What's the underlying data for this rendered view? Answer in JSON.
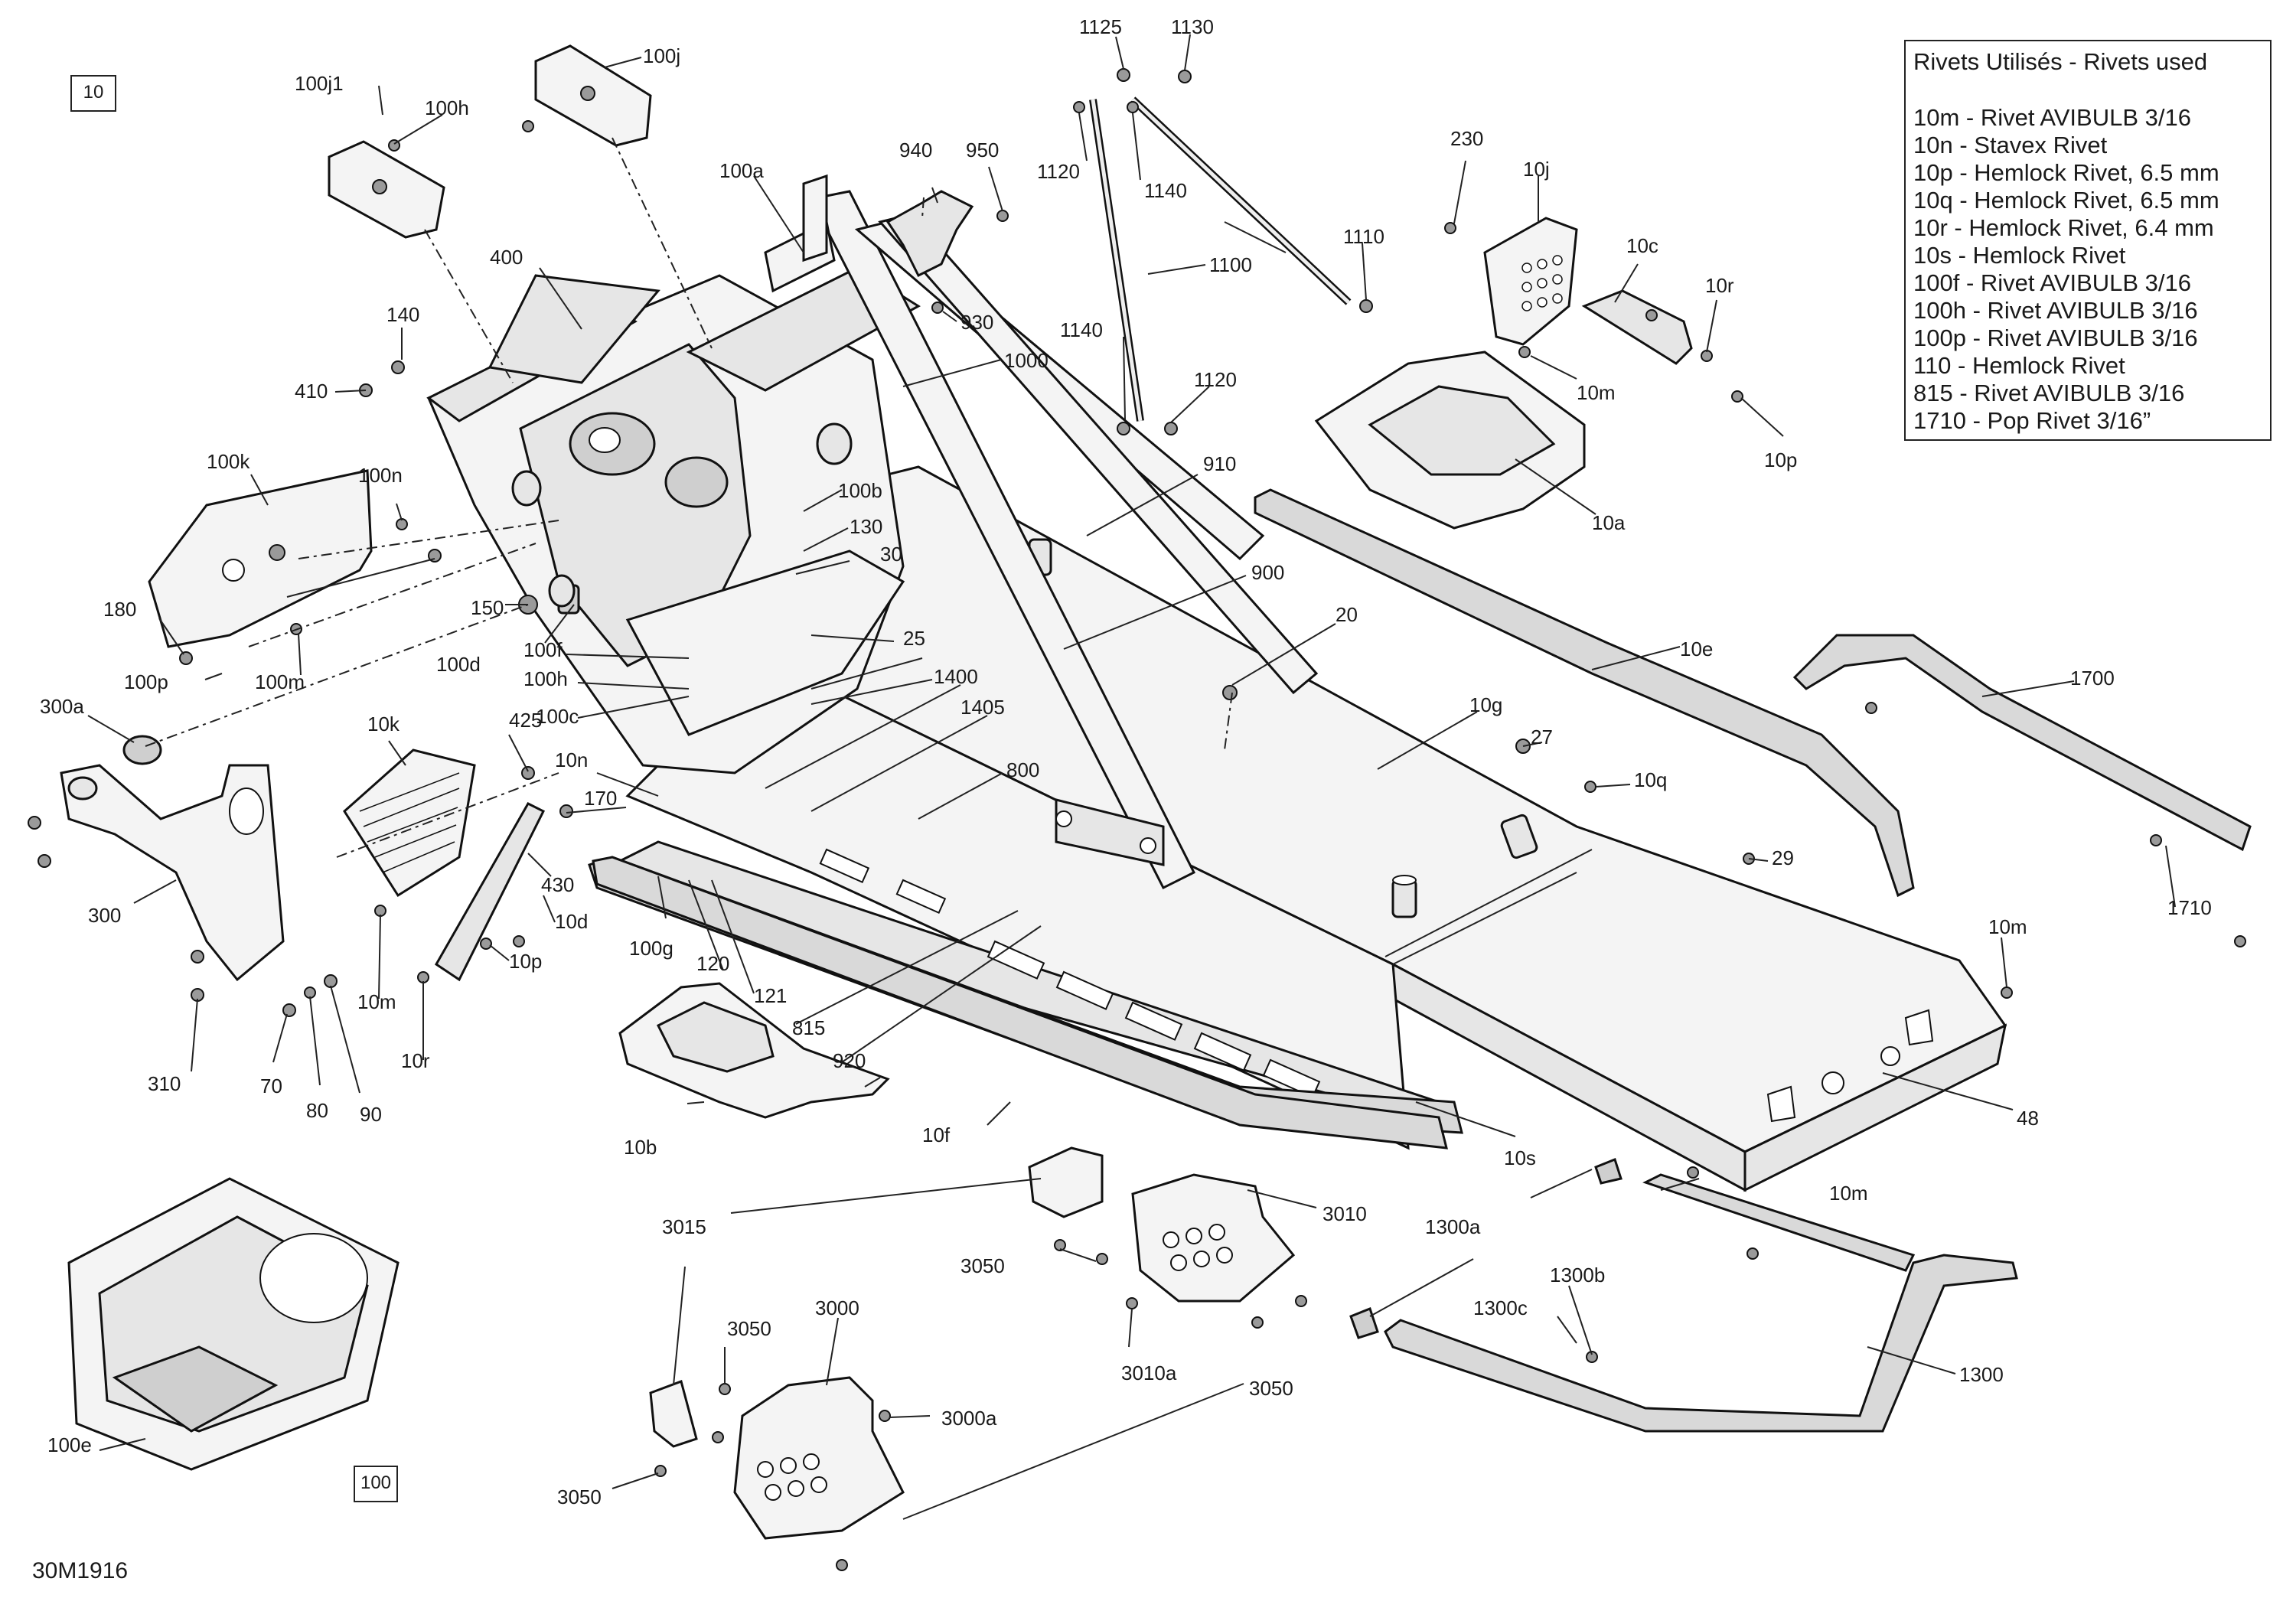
{
  "diagram": {
    "code": "30M1916",
    "group_box": "10",
    "inset_box": "100",
    "legend": {
      "title": "Rivets Utilisés - Rivets used",
      "items": [
        "10m - Rivet AVIBULB 3/16",
        "10n - Stavex Rivet",
        "10p - Hemlock Rivet, 6.5 mm",
        "10q - Hemlock Rivet, 6.5 mm",
        "10r - Hemlock Rivet, 6.4 mm",
        "10s - Hemlock Rivet",
        "100f - Rivet AVIBULB 3/16",
        "100h - Rivet AVIBULB 3/16",
        "100p - Rivet AVIBULB 3/16",
        "110 - Hemlock Rivet",
        "815 - Rivet AVIBULB 3/16",
        "1710 - Pop Rivet 3/16”"
      ]
    },
    "labels": {
      "l_1125": "1125",
      "l_1130": "1130",
      "l_1120a": "1120",
      "l_1140a": "1140",
      "l_1100": "1100",
      "l_1110": "1110",
      "l_1140b": "1140",
      "l_1120b": "1120",
      "l_940": "940",
      "l_950": "950",
      "l_930": "930",
      "l_1000": "1000",
      "l_100j1": "100j1",
      "l_100j": "100j",
      "l_100h_top": "100h",
      "l_100a": "100a",
      "l_400": "400",
      "l_140": "140",
      "l_410": "410",
      "l_100k": "100k",
      "l_100n": "100n",
      "l_180": "180",
      "l_100p": "100p",
      "l_100m": "100m",
      "l_150": "150",
      "l_100d": "100d",
      "l_100f": "100f",
      "l_100h": "100h",
      "l_100c": "100c",
      "l_100b": "100b",
      "l_130": "130",
      "l_30": "30",
      "l_25": "25",
      "l_910": "910",
      "l_900": "900",
      "l_20": "20",
      "l_230": "230",
      "l_10j": "10j",
      "l_10c": "10c",
      "l_10r_top": "10r",
      "l_10m_top": "10m",
      "l_10p_top": "10p",
      "l_10a": "10a",
      "l_10e": "10e",
      "l_10g": "10g",
      "l_27": "27",
      "l_10q": "10q",
      "l_29": "29",
      "l_1700": "1700",
      "l_1710": "1710",
      "l_10m_right": "10m",
      "l_48": "48",
      "l_1400": "1400",
      "l_1405": "1405",
      "l_800": "800",
      "l_300a": "300a",
      "l_300": "300",
      "l_10k": "10k",
      "l_425": "425",
      "l_10n": "10n",
      "l_170": "170",
      "l_430": "430",
      "l_10d": "10d",
      "l_10p": "10p",
      "l_10m_left": "10m",
      "l_10r": "10r",
      "l_310": "310",
      "l_70": "70",
      "l_80": "80",
      "l_90": "90",
      "l_100g": "100g",
      "l_120": "120",
      "l_121": "121",
      "l_815": "815",
      "l_920": "920",
      "l_10b": "10b",
      "l_10f": "10f",
      "l_10s": "10s",
      "l_3015": "3015",
      "l_3050a": "3050",
      "l_3010": "3010",
      "l_3010a": "3010a",
      "l_3050b": "3050",
      "l_3000": "3000",
      "l_3050c": "3050",
      "l_3000a": "3000a",
      "l_3050d": "3050",
      "l_1300a": "1300a",
      "l_10m_bottom": "10m",
      "l_1300b": "1300b",
      "l_1300c": "1300c",
      "l_1300": "1300",
      "l_100e": "100e"
    }
  }
}
